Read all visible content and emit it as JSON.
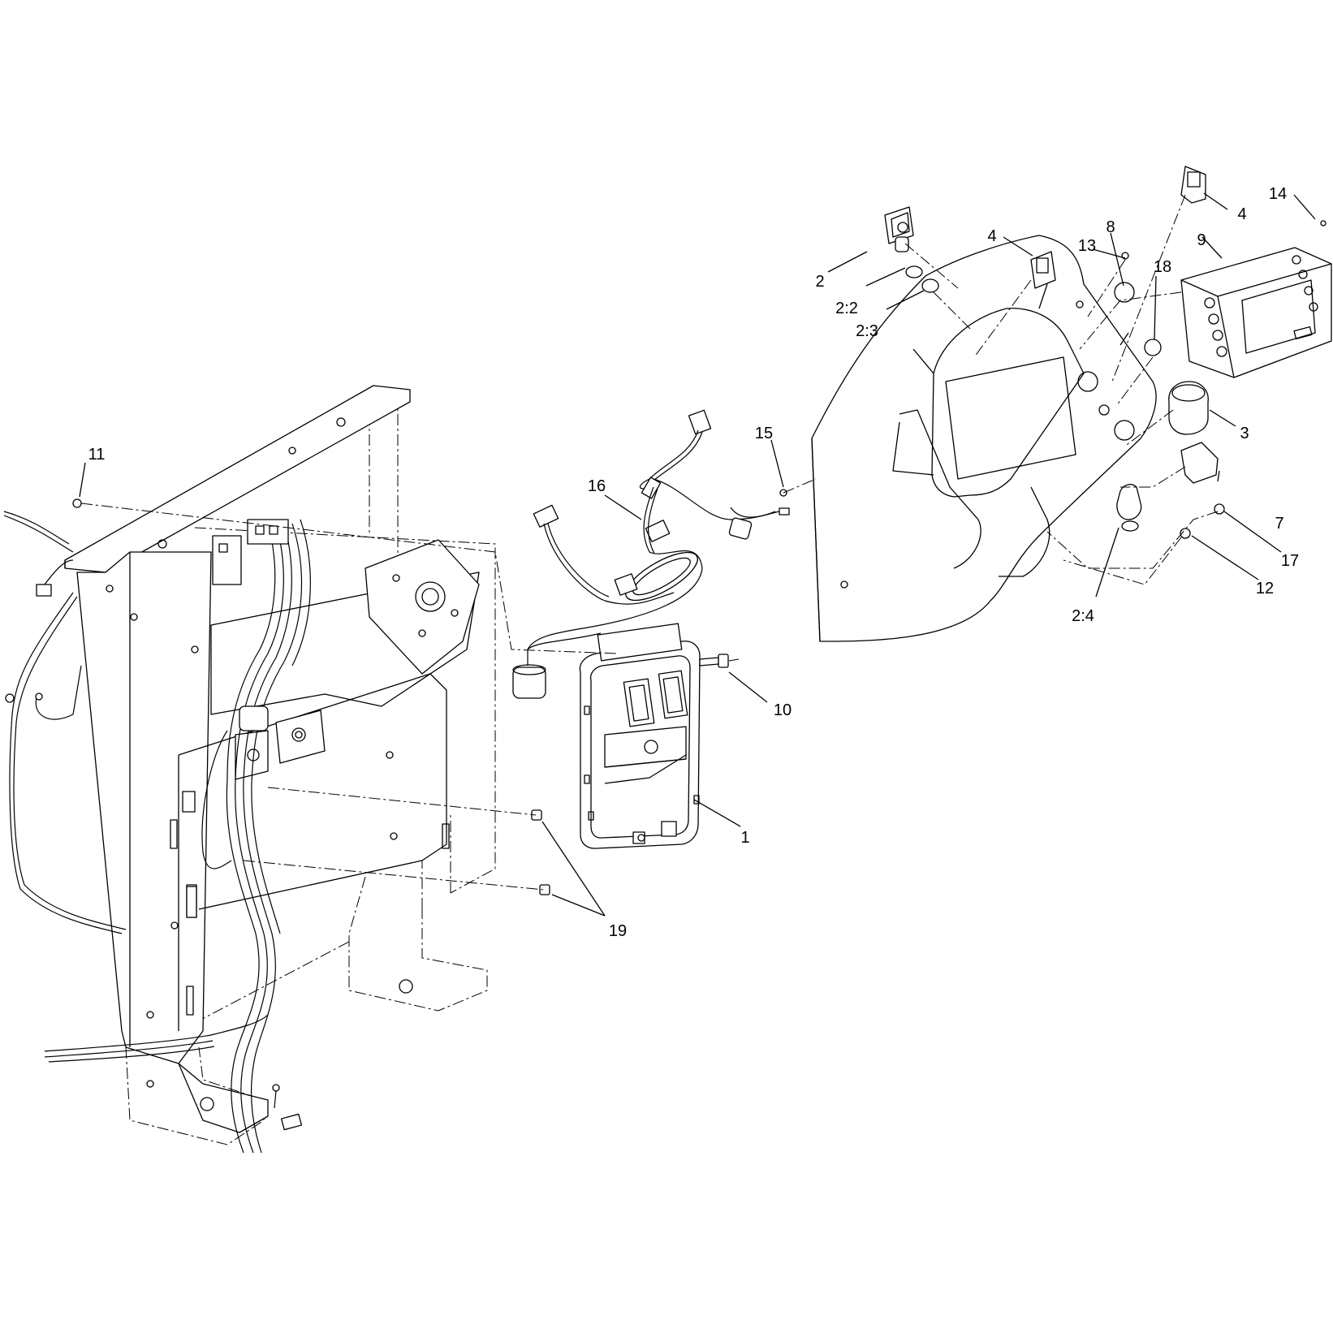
{
  "callouts": [
    {
      "id": "c1",
      "label": "1"
    },
    {
      "id": "c2",
      "label": "2"
    },
    {
      "id": "c22",
      "label": "2:2"
    },
    {
      "id": "c23",
      "label": "2:3"
    },
    {
      "id": "c24",
      "label": "2:4"
    },
    {
      "id": "c3",
      "label": "3"
    },
    {
      "id": "c4a",
      "label": "4"
    },
    {
      "id": "c4b",
      "label": "4"
    },
    {
      "id": "c7",
      "label": "7"
    },
    {
      "id": "c8",
      "label": "8"
    },
    {
      "id": "c9",
      "label": "9"
    },
    {
      "id": "c10",
      "label": "10"
    },
    {
      "id": "c11",
      "label": "11"
    },
    {
      "id": "c12",
      "label": "12"
    },
    {
      "id": "c13",
      "label": "13"
    },
    {
      "id": "c14",
      "label": "14"
    },
    {
      "id": "c15",
      "label": "15"
    },
    {
      "id": "c16",
      "label": "16"
    },
    {
      "id": "c17",
      "label": "17"
    },
    {
      "id": "c18",
      "label": "18"
    },
    {
      "id": "c19",
      "label": "19"
    }
  ]
}
